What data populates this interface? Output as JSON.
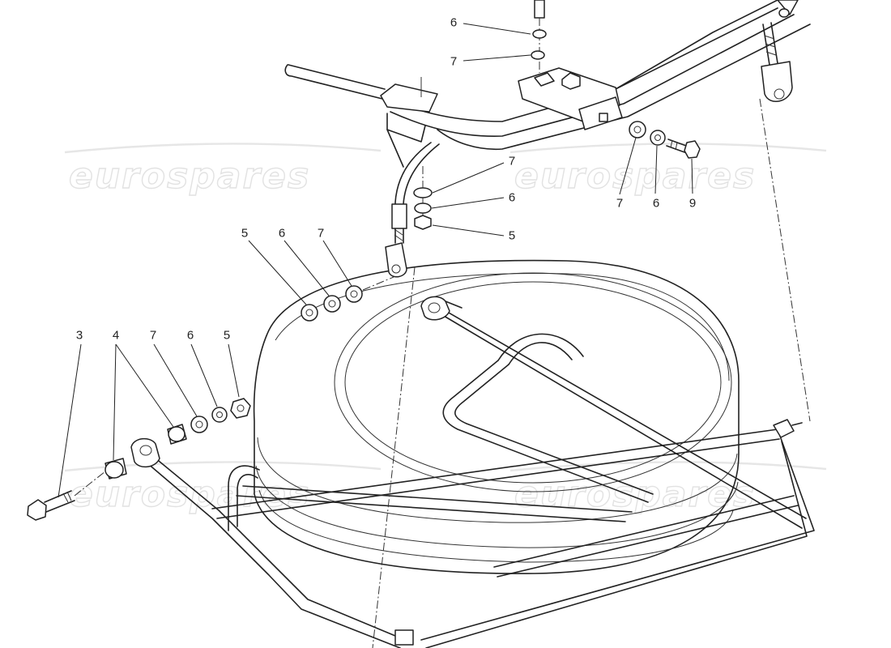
{
  "watermarks": [
    "eurospares",
    "eurospares",
    "eurospares",
    "eurospares"
  ],
  "callouts": [
    {
      "id": "6-top",
      "label": "6"
    },
    {
      "id": "7-top",
      "label": "7"
    },
    {
      "id": "7-mid",
      "label": "7"
    },
    {
      "id": "6-mid",
      "label": "6"
    },
    {
      "id": "5-mid",
      "label": "5"
    },
    {
      "id": "7-right",
      "label": "7"
    },
    {
      "id": "6-right",
      "label": "6"
    },
    {
      "id": "9-right",
      "label": "9"
    },
    {
      "id": "5-upper-left",
      "label": "5"
    },
    {
      "id": "6-upper-left",
      "label": "6"
    },
    {
      "id": "7-upper-left",
      "label": "7"
    },
    {
      "id": "3-left",
      "label": "3"
    },
    {
      "id": "4-left",
      "label": "4"
    },
    {
      "id": "7-left",
      "label": "7"
    },
    {
      "id": "6-left",
      "label": "6"
    },
    {
      "id": "5-left",
      "label": "5"
    }
  ]
}
